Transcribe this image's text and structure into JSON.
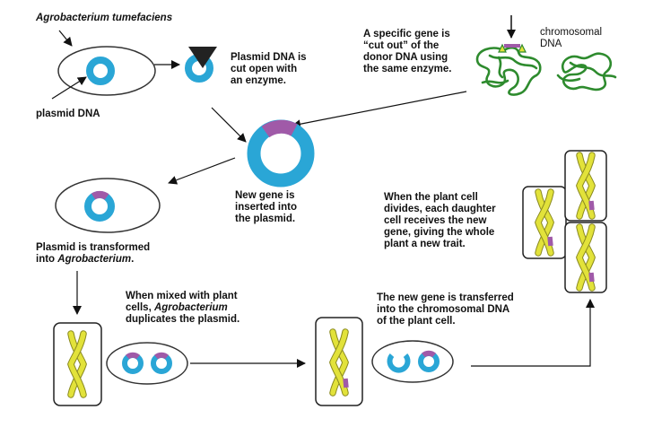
{
  "labels": {
    "agrobacterium": "Agrobacterium tumefaciens",
    "plasmid_dna": "plasmid DNA",
    "plasmid_cut": [
      "Plasmid DNA is",
      "cut open with",
      "an enzyme."
    ],
    "gene_cut": [
      "A specific gene is",
      "“cut out” of the",
      "donor DNA using",
      "the same enzyme."
    ],
    "chromosomal_dna": [
      "chromosomal",
      "DNA"
    ],
    "gene_inserted": [
      "New gene is",
      "inserted into",
      "the plasmid."
    ],
    "transformed_line1": "Plasmid is transformed",
    "transformed_line2_prefix": "into ",
    "transformed_line2_italic": "Agrobacterium",
    "transformed_line2_suffix": ".",
    "mixed_line1": "When mixed with plant",
    "mixed_line2_prefix": "cells, ",
    "mixed_line2_italic": "Agrobacterium",
    "mixed_line3": "duplicates the plasmid.",
    "transferred": [
      "The new gene is transferred",
      "into the chromosomal DNA",
      "of the plant cell."
    ],
    "divides": [
      "When the plant cell",
      "divides, each daughter",
      "cell receives the new",
      "gene, giving the whole",
      "plant a new trait."
    ]
  },
  "colors": {
    "plasmid": "#2aa6d6",
    "gene": "#a05aa8",
    "chromosome": "#e2e23a",
    "chromosome_outline": "#8a8a20",
    "donor_dna": "#2e8b2e",
    "enzyme": "#222222",
    "arrow": "#111111"
  }
}
